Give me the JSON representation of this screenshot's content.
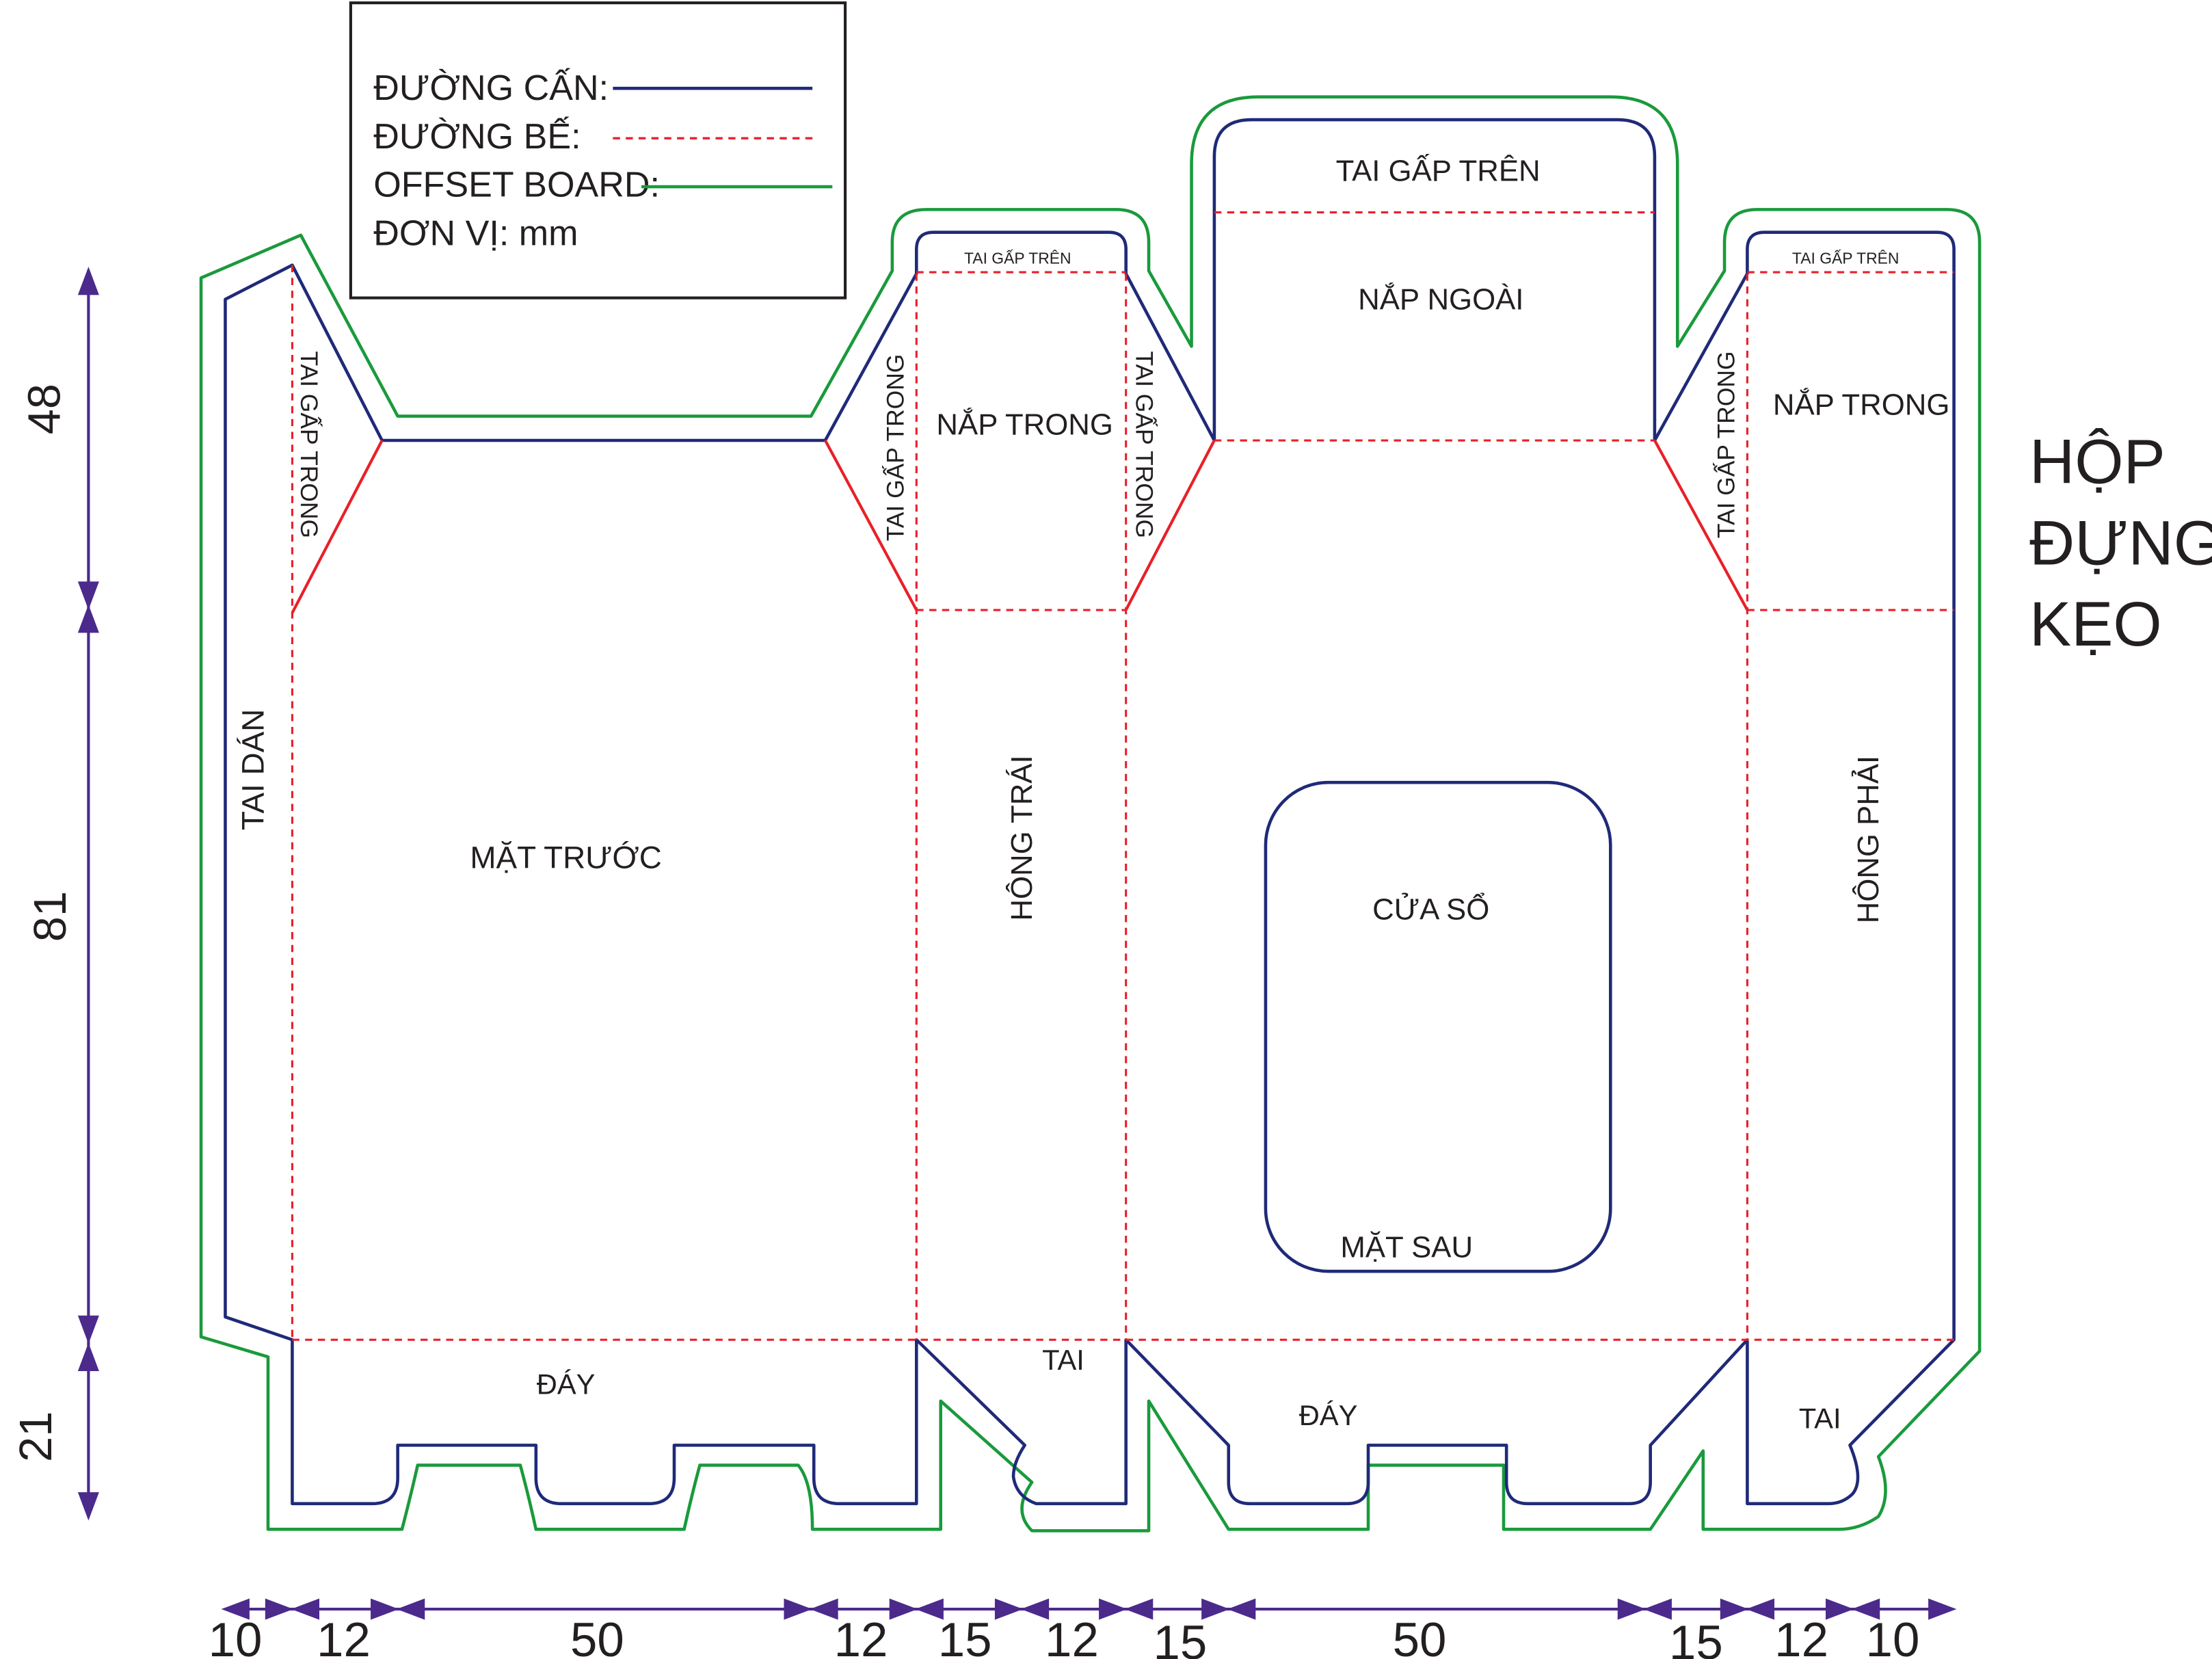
{
  "legend": {
    "cut_line": "ĐƯỜNG CẤN:",
    "crease_line": "ĐƯỜNG BẾ:",
    "offset_board": "OFFSET BOARD:",
    "unit": "ĐƠN VỊ: mm"
  },
  "title": {
    "line1": "HỘP",
    "line2": "ĐỰNG",
    "line3": "KẸO"
  },
  "panels": {
    "glue_flap": "TAI DÁN",
    "inner_fold_flap": "TAI GẤP TRONG",
    "front_face": "MẶT TRƯỚC",
    "bottom": "ĐÁY",
    "top_fold_flap": "TAI GẤP TRÊN",
    "inner_lid": "NẮP TRONG",
    "left_side": "HÔNG TRÁI",
    "flap": "TAI",
    "outer_lid": "NẮP NGOÀI",
    "window": "CỬA SỔ",
    "back_face": "MẶT SAU",
    "right_side": "HÔNG PHẢI"
  },
  "dimensions": {
    "vertical": [
      "48",
      "81",
      "21"
    ],
    "horizontal": [
      "10",
      "12",
      "50",
      "12",
      "15",
      "12",
      "15",
      "50",
      "15",
      "12",
      "10"
    ]
  },
  "colors": {
    "cut_line": "#1f2a78",
    "crease_line": "#e8202a",
    "offset_board": "#1a9a3c",
    "dimension_arrow": "#4b2a8c",
    "text": "#231f20"
  }
}
